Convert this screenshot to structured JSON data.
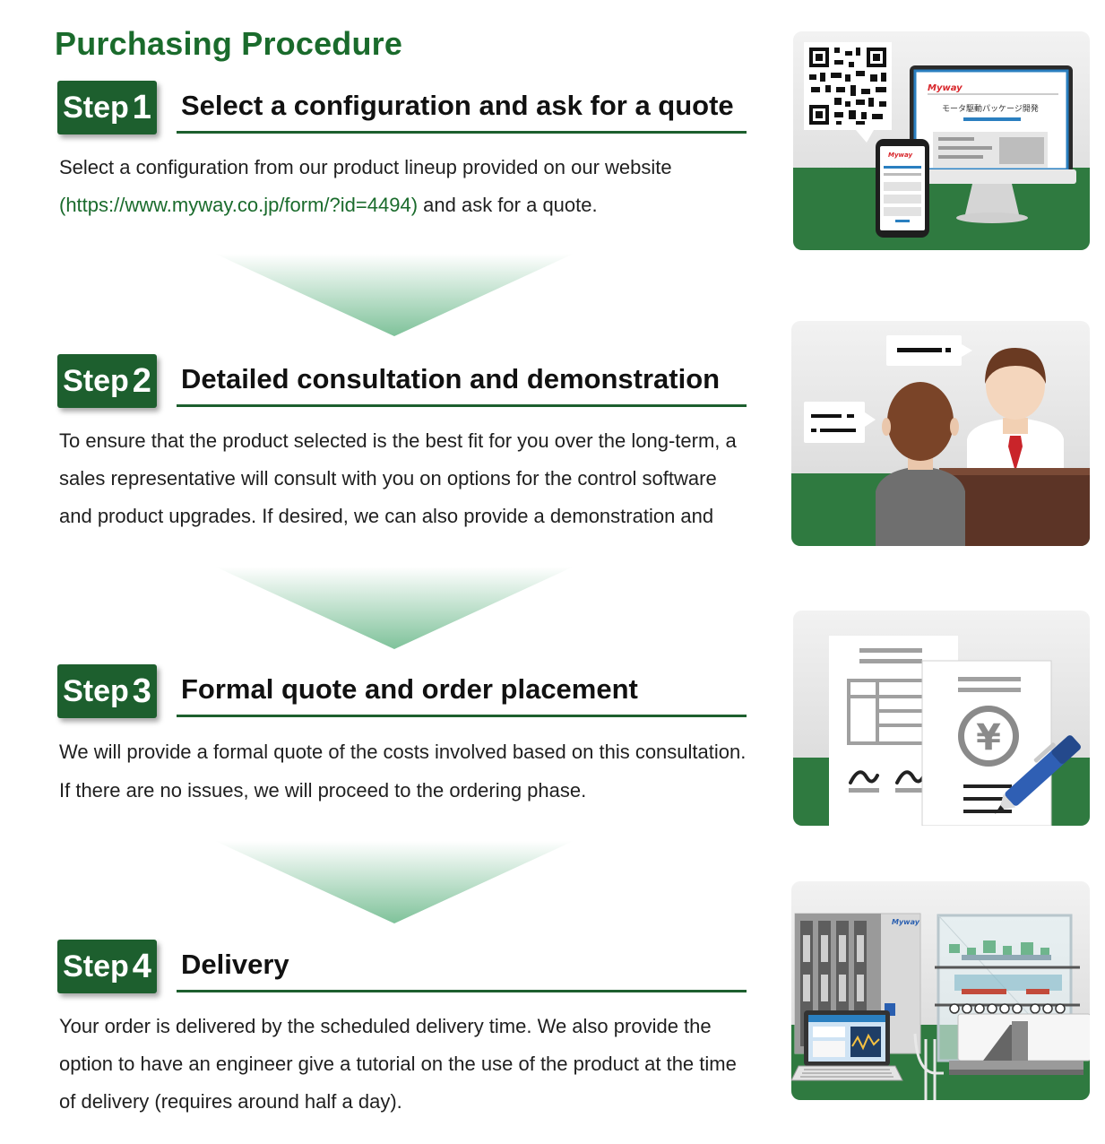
{
  "page": {
    "title": "Purchasing Procedure"
  },
  "steps": [
    {
      "word": "Step",
      "number": "1",
      "heading": "Select a configuration and ask for a quote",
      "text_before_link": "Select a configuration from our product lineup provided on our website",
      "link": "(https://www.myway.co.jp/form/?id=4494)",
      "text_after_link": " and ask for a quote."
    },
    {
      "word": "Step",
      "number": "2",
      "heading": "Detailed consultation and demonstration",
      "text": "To ensure that the product selected is the best fit for you over the long-term, a sales representative will consult with you on options for the control software and product upgrades. If desired, we can also provide a demonstration and"
    },
    {
      "word": "Step",
      "number": "3",
      "heading": "Formal quote and order placement",
      "text": "We will provide a formal quote of the costs involved based on this consultation. If there are no issues, we will proceed to the ordering phase."
    },
    {
      "word": "Step",
      "number": "4",
      "heading": "Delivery",
      "text": "Your order is delivered by the scheduled delivery time. We also provide the option to have an engineer give a tutorial on the use of the product at the time of delivery (requires around half a day)."
    }
  ],
  "illustrations": {
    "website": {
      "brand": "Myway",
      "monitor_caption": "モータ駆動パッケージ開発",
      "phone_brand": "Myway"
    },
    "quote": {
      "currency_symbol": "¥"
    },
    "delivery": {
      "rack_brand": "Myway"
    }
  },
  "colors": {
    "brand_green": "#1d5f2e",
    "title_green": "#1a6b2c",
    "link_green": "#1a6b2c",
    "illus_green": "#2f7a40"
  }
}
